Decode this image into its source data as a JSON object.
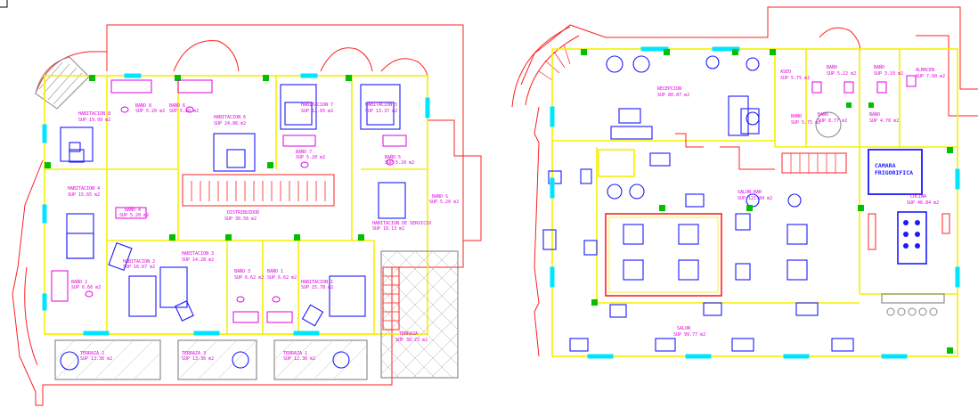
{
  "left_plan": {
    "rooms": [
      {
        "id": "hab8",
        "name": "HABITACION 8",
        "area": "SUP 19.99 m2"
      },
      {
        "id": "bano8",
        "name": "BAÑO 8",
        "area": "SUP 5.20 m2"
      },
      {
        "id": "bano6",
        "name": "BAÑO 6",
        "area": "SUP 5.20 m2"
      },
      {
        "id": "hab6",
        "name": "HABITACION 6",
        "area": "SUP 24.86 m2"
      },
      {
        "id": "hab7",
        "name": "HABITACION 7",
        "area": "SUP 12.65 m2"
      },
      {
        "id": "hab5",
        "name": "HABITACION 5",
        "area": "SUP 13.37 m2"
      },
      {
        "id": "bano7",
        "name": "BAÑO 7",
        "area": "SUP 5.20 m2"
      },
      {
        "id": "bano5",
        "name": "BAÑO 5",
        "area": "SUP 5.20 m2"
      },
      {
        "id": "hab4",
        "name": "HABITACION 4",
        "area": "SUP 15.65 m2"
      },
      {
        "id": "bano4",
        "name": "BAÑO 4",
        "area": "SUP 5.20 m2"
      },
      {
        "id": "distribuidor",
        "name": "DISTRIBUIDOR",
        "area": "SUP 30.56 m2"
      },
      {
        "id": "bano_s",
        "name": "BAÑO S",
        "area": "SUP 5.20 m2"
      },
      {
        "id": "hab_servicio",
        "name": "HABITACION DE SERVICIO",
        "area": "SUP 18.13 m2"
      },
      {
        "id": "hab2",
        "name": "HABITACION 2",
        "area": "SUP 16.67 m2"
      },
      {
        "id": "hab3",
        "name": "HABITACION 3",
        "area": "SUP 14.28 m2"
      },
      {
        "id": "bano2",
        "name": "BAÑO 2",
        "area": "SUP 6.66 m2"
      },
      {
        "id": "bano3",
        "name": "BAÑO 3",
        "area": "SUP 6.62 m2"
      },
      {
        "id": "bano1",
        "name": "BAÑO 1",
        "area": "SUP 6.62 m2"
      },
      {
        "id": "hab1",
        "name": "HABITACION 1",
        "area": "SUP 15.78 m2"
      },
      {
        "id": "terraza2",
        "name": "TERRAZA 2",
        "area": "SUP 13.36 m2"
      },
      {
        "id": "terraza3",
        "name": "TERRAZA 3",
        "area": "SUP 13.36 m2"
      },
      {
        "id": "terraza1",
        "name": "TERRAZA 1",
        "area": "SUP 12.36 m2"
      },
      {
        "id": "terraza",
        "name": "TERRAZA",
        "area": "SUP 38.72 m2"
      }
    ]
  },
  "right_plan": {
    "rooms": [
      {
        "id": "recepcion",
        "name": "RECEPCION",
        "area": "SUP 80.87 m2"
      },
      {
        "id": "aseo1",
        "name": "ASEO",
        "area": "SUP 5.75 m2"
      },
      {
        "id": "bano_r1",
        "name": "BAÑO",
        "area": "SUP 5.22 m2"
      },
      {
        "id": "bano_r2",
        "name": "BAÑO",
        "area": "SUP 3.10 m2"
      },
      {
        "id": "almacen",
        "name": "ALMACEN",
        "area": "SUP 7.90 m2"
      },
      {
        "id": "bano_r3",
        "name": "BAÑO",
        "area": "SUP 5.75 m2"
      },
      {
        "id": "bano_r4",
        "name": "BAÑO",
        "area": "SUP 8.77 m2"
      },
      {
        "id": "bano_r5",
        "name": "BAÑO",
        "area": "SUP 4.78 m2"
      },
      {
        "id": "salon_bar",
        "name": "SALON-BAR",
        "area": "SUP 121.84 m2"
      },
      {
        "id": "camara",
        "name": "CAMARA FRIGORIFICA",
        "area": ""
      },
      {
        "id": "cocina",
        "name": "COCINA",
        "area": "SUP 46.84 m2"
      },
      {
        "id": "salon",
        "name": "SALON",
        "area": "SUP 99.77 m2"
      }
    ]
  },
  "colors": {
    "outer_wall": "#ff2020",
    "inner_wall": "#f5f000",
    "window": "#00e5ff",
    "furniture": "#1a1aff",
    "label": "#e000e0",
    "column": "#00c000"
  }
}
